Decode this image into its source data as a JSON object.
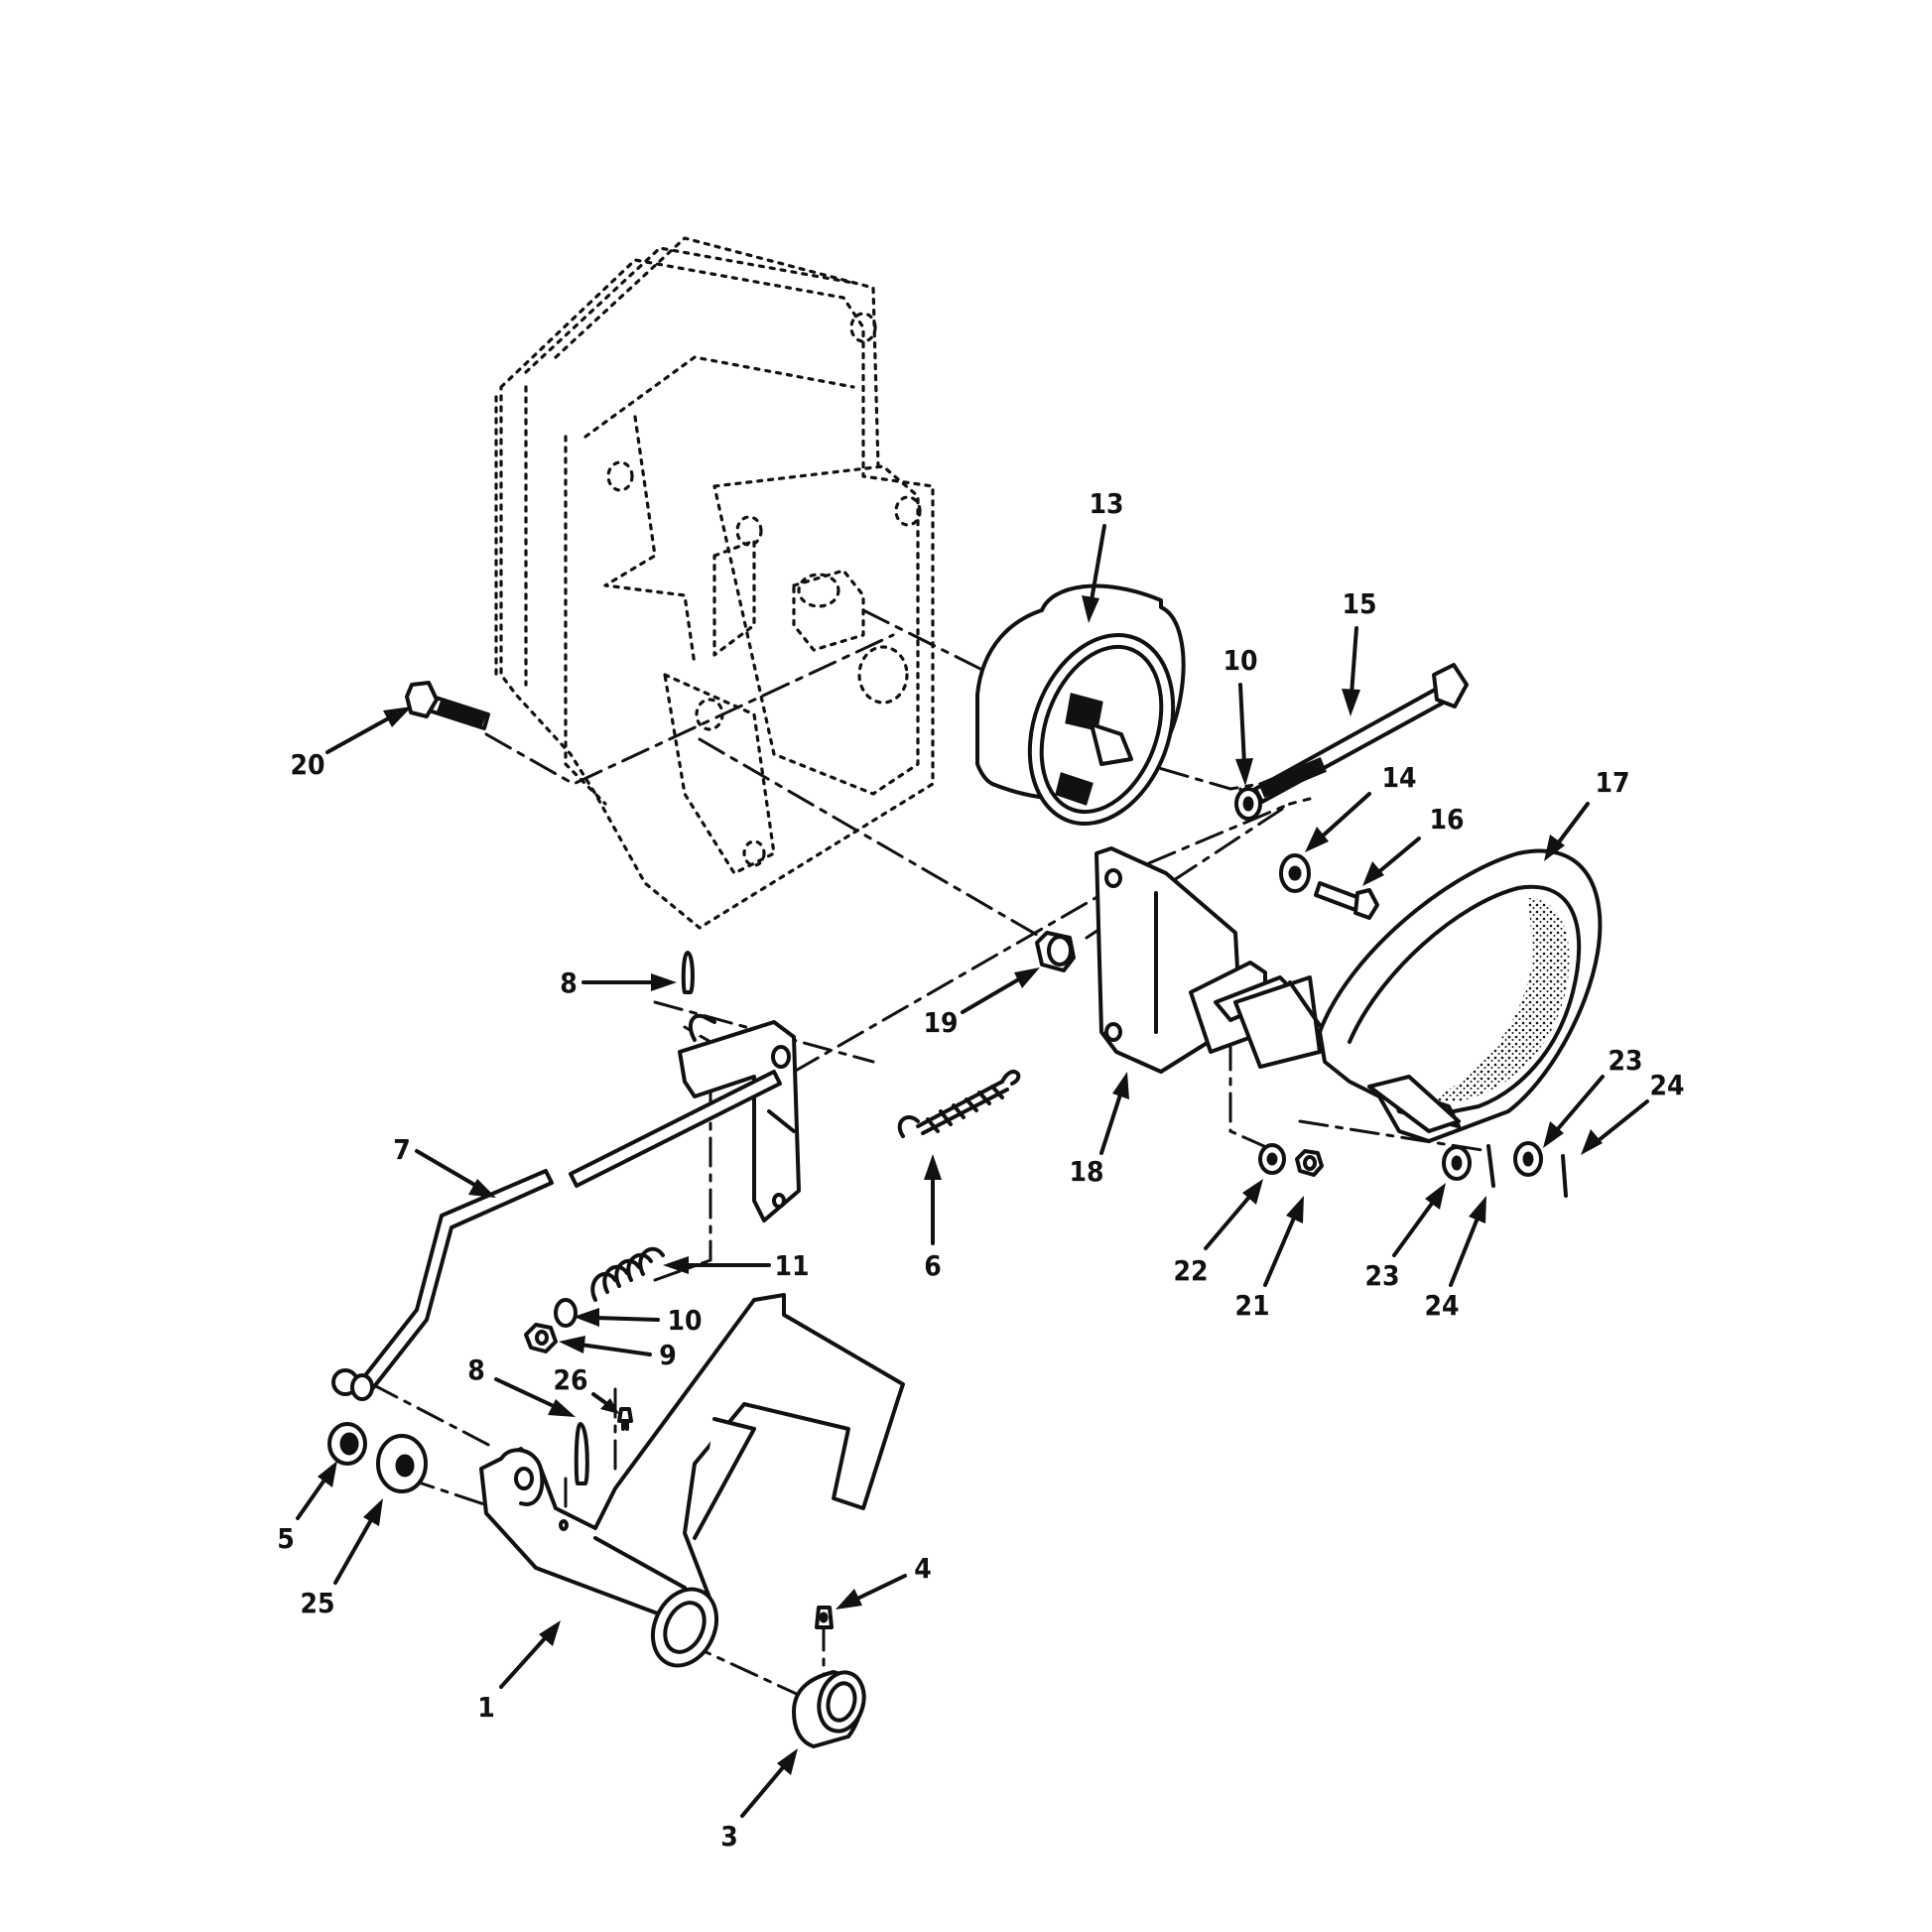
{
  "diagram": {
    "type": "exploded-parts-illustration",
    "callouts": [
      {
        "id": "c1",
        "label": "1"
      },
      {
        "id": "c3",
        "label": "3"
      },
      {
        "id": "c4",
        "label": "4"
      },
      {
        "id": "c5",
        "label": "5"
      },
      {
        "id": "c6",
        "label": "6"
      },
      {
        "id": "c7",
        "label": "7"
      },
      {
        "id": "c8a",
        "label": "8"
      },
      {
        "id": "c8b",
        "label": "8"
      },
      {
        "id": "c9",
        "label": "9"
      },
      {
        "id": "c10a",
        "label": "10"
      },
      {
        "id": "c10b",
        "label": "10"
      },
      {
        "id": "c11",
        "label": "11"
      },
      {
        "id": "c13",
        "label": "13"
      },
      {
        "id": "c14",
        "label": "14"
      },
      {
        "id": "c15",
        "label": "15"
      },
      {
        "id": "c16",
        "label": "16"
      },
      {
        "id": "c17",
        "label": "17"
      },
      {
        "id": "c18",
        "label": "18"
      },
      {
        "id": "c19",
        "label": "19"
      },
      {
        "id": "c20",
        "label": "20"
      },
      {
        "id": "c21",
        "label": "21"
      },
      {
        "id": "c22",
        "label": "22"
      },
      {
        "id": "c23a",
        "label": "23"
      },
      {
        "id": "c23b",
        "label": "23"
      },
      {
        "id": "c24a",
        "label": "24"
      },
      {
        "id": "c24b",
        "label": "24"
      },
      {
        "id": "c25",
        "label": "25"
      },
      {
        "id": "c26",
        "label": "26"
      }
    ]
  }
}
